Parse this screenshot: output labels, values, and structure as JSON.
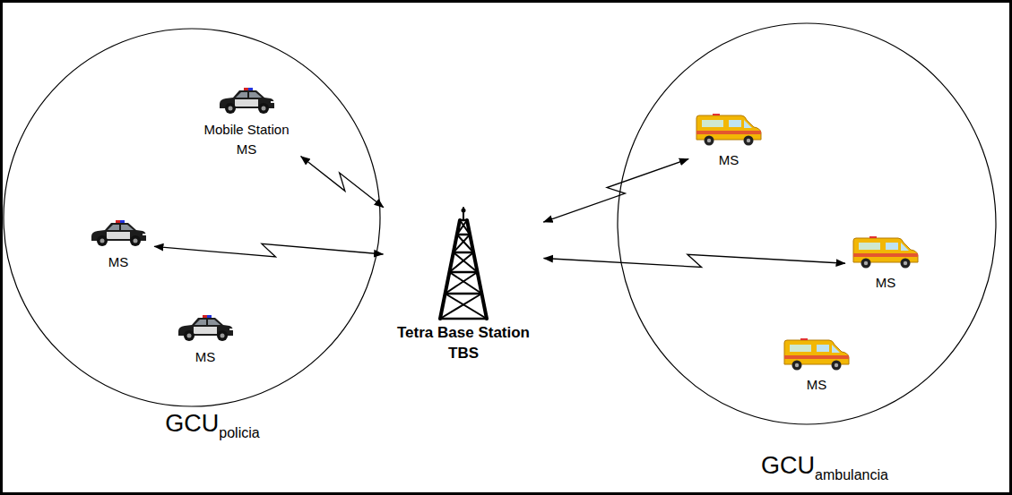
{
  "diagram": {
    "nodes": [
      {
        "text": [
          "GCU",
          "policia"
        ]
      },
      {
        "text": [
          "Mobile Station MS"
        ],
        "in": 0
      },
      {
        "text": [
          "MS"
        ],
        "in": 0
      },
      {
        "text": [
          "MS"
        ],
        "in": 0
      },
      {
        "text": [
          "Tetra Base Station TBS"
        ]
      },
      {
        "text": [
          "GCU",
          "ambulancia"
        ]
      },
      {
        "text": [
          "MS"
        ],
        "in": 5
      },
      {
        "text": [
          "MS"
        ],
        "in": 5
      },
      {
        "text": [
          "MS"
        ],
        "in": 5
      }
    ],
    "edges": [
      {
        "from": 1,
        "to": 4,
        "arrow": "both"
      },
      {
        "from": 2,
        "to": 4,
        "arrow": "both"
      },
      {
        "from": 4,
        "to": 6,
        "arrow": "both"
      },
      {
        "from": 4,
        "to": 7,
        "arrow": "both"
      }
    ]
  }
}
